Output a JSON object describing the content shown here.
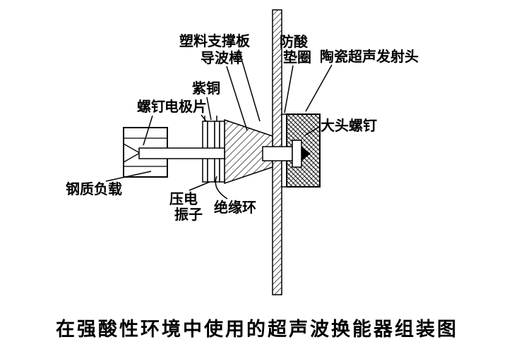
{
  "diagram": {
    "labels": {
      "plastic_support_plate": "塑料支撑板",
      "waveguide_rod": "导波棒",
      "acid_proof": "防酸",
      "gasket": "垫圈",
      "ceramic_emitter_head": "陶瓷超声发射头",
      "copper": "紫铜",
      "electrode_sheet": "电极片",
      "screw": "螺钉",
      "big_head_screw": "大头螺钉",
      "steel_load": "钢质负载",
      "piezo": "压电",
      "vibrator": "振子",
      "insulating_ring": "绝缘环"
    },
    "caption": "在强酸性环境中使用的超声波换能器组装图"
  },
  "colors": {
    "ink": "#000000",
    "background": "#ffffff"
  }
}
